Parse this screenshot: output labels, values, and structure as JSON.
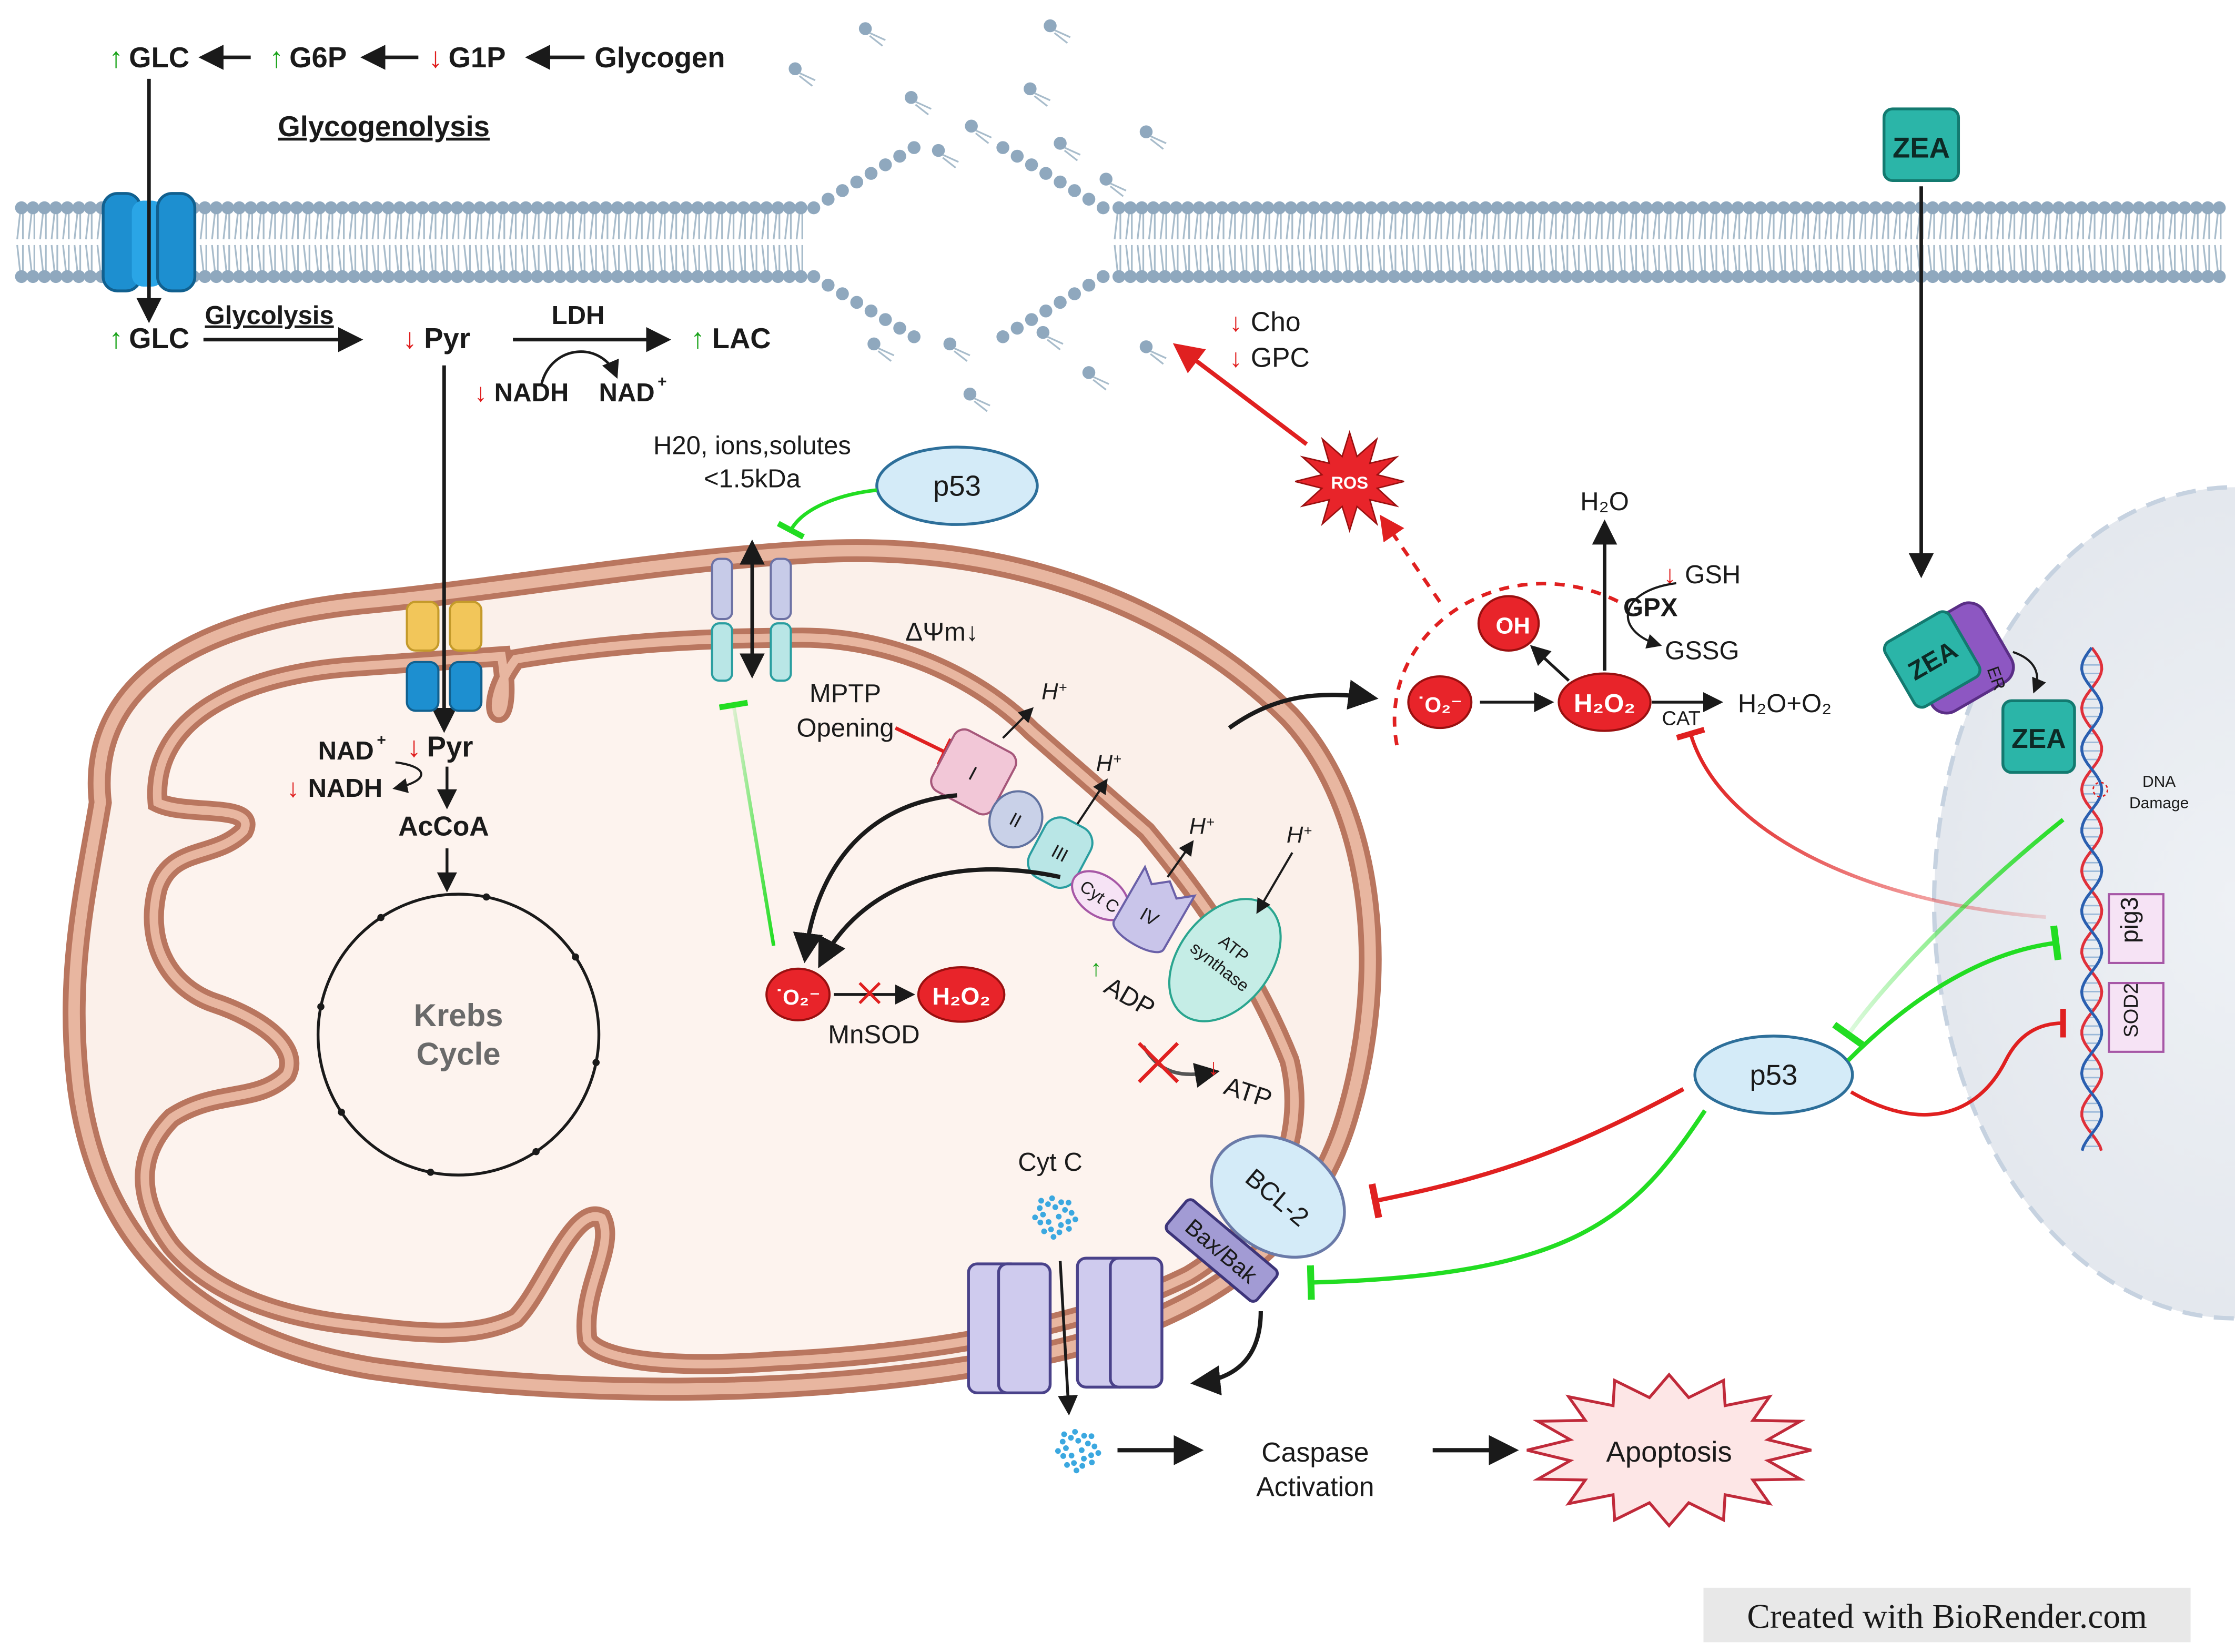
{
  "glycogenolysis": {
    "glc": "GLC",
    "g6p": "G6P",
    "g1p": "G1P",
    "glycogen": "Glycogen",
    "title": "Glycogenolysis"
  },
  "glycolysis": {
    "glc": "GLC",
    "label": "Glycolysis",
    "pyr": "Pyr",
    "ldh": "LDH",
    "lac": "LAC",
    "nadh": "NADH",
    "nad": "NAD"
  },
  "membrane_lipids": {
    "cho": "Cho",
    "gpc": "GPC"
  },
  "pore": {
    "line1": "H20, ions,solutes",
    "line2": "<1.5kDa"
  },
  "p53": {
    "label": "p53"
  },
  "mito": {
    "potential": "ΔΨm↓",
    "mptp_line1": "MPTP",
    "mptp_line2": "Opening",
    "nad": "NAD",
    "pyr": "Pyr",
    "nadh": "NADH",
    "accoa": "AcCoA",
    "krebs_line1": "Krebs",
    "krebs_line2": "Cycle",
    "complex_1": "I",
    "complex_2": "II",
    "complex_3": "III",
    "cyt_c": "Cyt C",
    "complex_4": "IV",
    "atp_synthase_1": "ATP",
    "atp_synthase_2": "synthase",
    "proton": "H",
    "adp": "ADP",
    "atp": "ATP",
    "mnsod": "MnSOD"
  },
  "ros": {
    "ros_label": "ROS",
    "h2o": "H₂O",
    "gsh": "GSH",
    "gpx": "GPX",
    "gssg": "GSSG",
    "oh": "OH",
    "h2o2": "H₂O₂",
    "cat": "CAT",
    "products": "H₂O+O₂"
  },
  "zea": {
    "label": "ZEA",
    "er": "ER",
    "dna_damage_1": "DNA",
    "dna_damage_2": "Damage",
    "pig3": "pig3",
    "sod2": "SOD2"
  },
  "apoptosis": {
    "cyt_c": "Cyt C",
    "bcl2": "BCL-2",
    "bax_bak": "Bax/Bak",
    "caspase_1": "Caspase",
    "caspase_2": "Activation",
    "apoptosis": "Apoptosis"
  },
  "footer": {
    "credit": "Created with BioRender.com"
  },
  "colors": {
    "up_arrow": "#1aa31a",
    "down_arrow": "#e01e1e",
    "inhibit_green": "#22dd22",
    "inhibit_red": "#e02020",
    "mito_membrane": "#c8826a",
    "mito_matrix": "#fcefe8",
    "membrane_head": "#8fa8be",
    "zea": "#2bb5a8",
    "ros_red": "#e8242a",
    "p53_fill": "#d4ebf8"
  }
}
